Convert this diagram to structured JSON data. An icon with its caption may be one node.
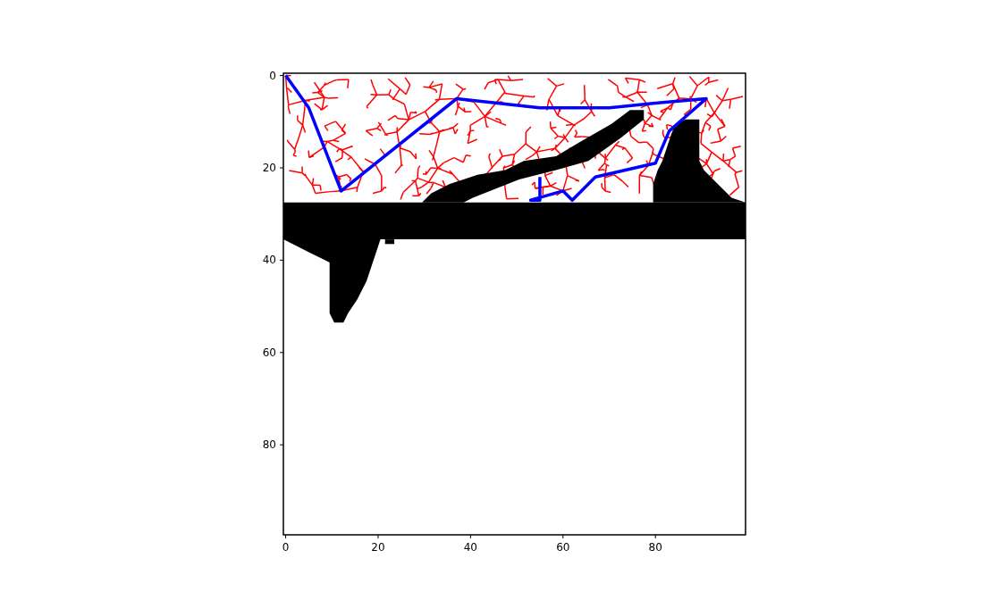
{
  "diagram": {
    "labels": [
      "0",
      "20",
      "40",
      "60",
      "80",
      "0",
      "20",
      "40",
      "60",
      "80"
    ]
  }
}
